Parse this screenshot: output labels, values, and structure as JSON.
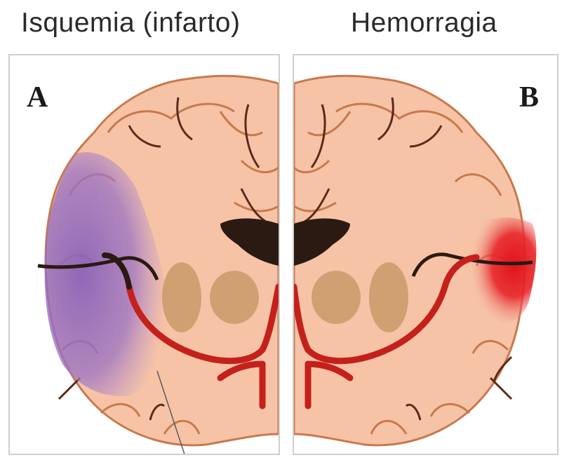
{
  "titles": {
    "left": "Isquemia (infarto)",
    "right": "Hemorragia"
  },
  "panels": {
    "a": {
      "letter": "A"
    },
    "b": {
      "letter": "B"
    }
  },
  "colors": {
    "brain_tissue": "#f6c3a6",
    "gyri_outline": "#c8794d",
    "sulci": "#5a2a1a",
    "ventricle": "#2a1a12",
    "basal_ganglia": "#c99a68",
    "artery": "#c4201c",
    "ischemia": "#8b62b8",
    "hemorrhage": "#e0141a"
  }
}
